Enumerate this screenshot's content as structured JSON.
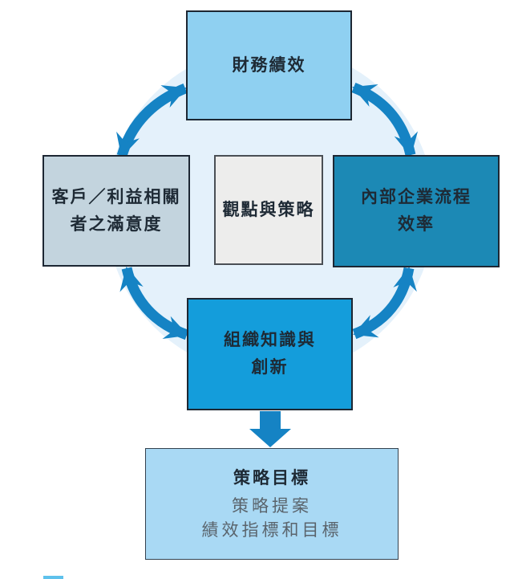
{
  "diagram": {
    "title_implicit": "balanced-scorecard-cycle",
    "boxes": {
      "financial": {
        "label": "財務績效"
      },
      "customer": {
        "label": "客戶／利益相關\n者之滿意度"
      },
      "center": {
        "label": "觀點與策略"
      },
      "internal": {
        "label": "內部企業流程\n效率"
      },
      "knowledge": {
        "label": "組織知識與\n創新"
      },
      "strategy": {
        "title": "策略目標",
        "line1": "策略提案",
        "line2": "績效指標和目標"
      }
    },
    "connections": {
      "cycle": [
        "financial↔customer",
        "financial↔internal",
        "customer↔knowledge",
        "internal↔knowledge"
      ],
      "flow": "knowledge→strategy"
    },
    "colors": {
      "circle_bg": "#e4f1fb",
      "arrow": "#1583c4",
      "financial_fill": "#8fd0f1",
      "customer_fill": "#c3d4de",
      "center_fill": "#ededec",
      "internal_fill": "#1c89b5",
      "knowledge_fill": "#149ddb",
      "strategy_fill": "#a9d9f4",
      "border_dark": "#1d2733",
      "text_dark": "#1e2a35",
      "text_gray": "#5a646c",
      "legend_sliver": "#5ec1ec"
    }
  }
}
